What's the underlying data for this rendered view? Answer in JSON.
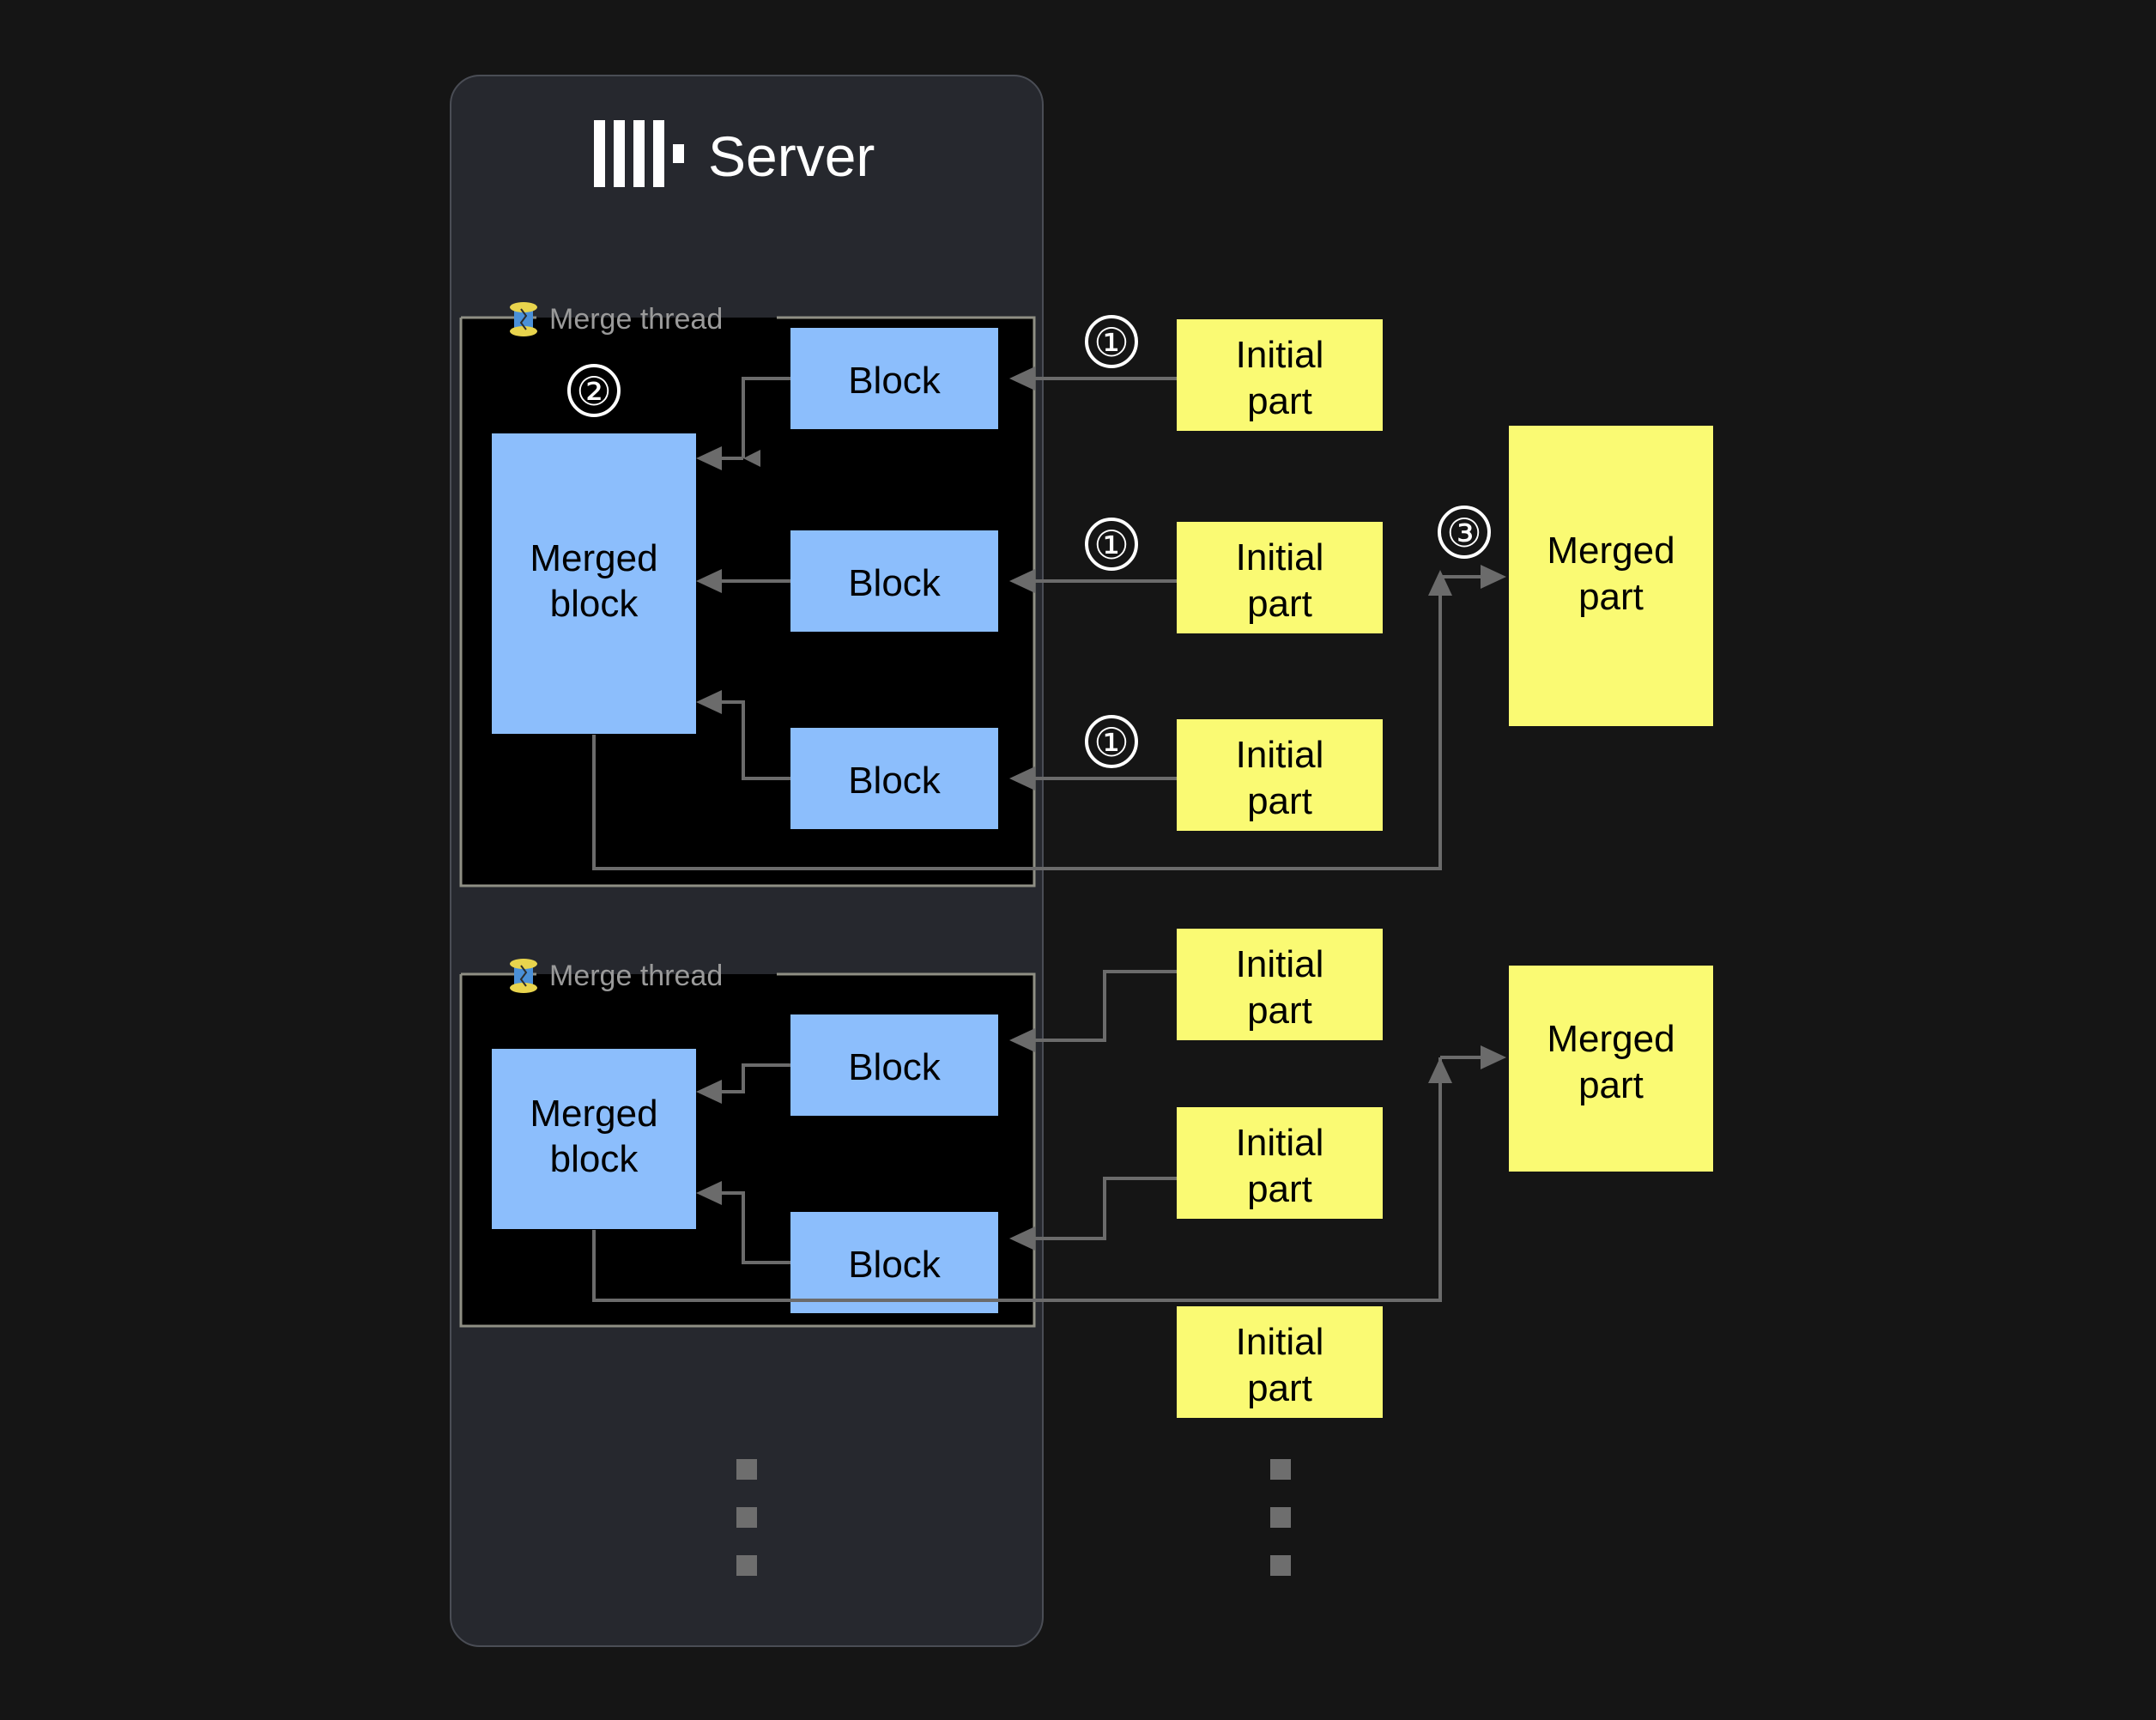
{
  "page": {
    "background_color": "#151515",
    "title": "ClickHouse Server merge threads diagram"
  },
  "server": {
    "title": "Server",
    "logo_name": "clickhouse-logo",
    "card_color": "#26282e",
    "border_color": "#4a4d55"
  },
  "palette": {
    "block_blue": "#8cbefc",
    "part_yellow": "#fafa73",
    "connector_gray": "#6b6b6b",
    "thread_border": "#8f8f84",
    "thread_fill": "#000000",
    "label_gray": "#9a9a9a",
    "badge_white": "#ffffff"
  },
  "threads": [
    {
      "label": "Merge thread",
      "icon": "thread-spool-icon",
      "merged_block_label_line1": "Merged",
      "merged_block_label_line2": "block",
      "blocks": [
        {
          "label": "Block"
        },
        {
          "label": "Block"
        },
        {
          "label": "Block"
        }
      ],
      "initial_parts": [
        {
          "label_line1": "Initial",
          "label_line2": "part",
          "badge": "①"
        },
        {
          "label_line1": "Initial",
          "label_line2": "part",
          "badge": "①"
        },
        {
          "label_line1": "Initial",
          "label_line2": "part",
          "badge": "①"
        }
      ],
      "merged_part": {
        "label_line1": "Merged",
        "label_line2": "part",
        "badge": "③"
      },
      "merged_block_badge": "②"
    },
    {
      "label": "Merge thread",
      "icon": "thread-spool-icon",
      "merged_block_label_line1": "Merged",
      "merged_block_label_line2": "block",
      "blocks": [
        {
          "label": "Block"
        },
        {
          "label": "Block"
        }
      ],
      "initial_parts": [
        {
          "label_line1": "Initial",
          "label_line2": "part"
        },
        {
          "label_line1": "Initial",
          "label_line2": "part"
        },
        {
          "label_line1": "Initial",
          "label_line2": "part"
        }
      ],
      "merged_part": {
        "label_line1": "Merged",
        "label_line2": "part"
      }
    }
  ],
  "ellipsis": {
    "server_column_dots": 3,
    "parts_column_dots": 3
  },
  "badges": {
    "one": "①",
    "two": "②",
    "three": "③"
  }
}
